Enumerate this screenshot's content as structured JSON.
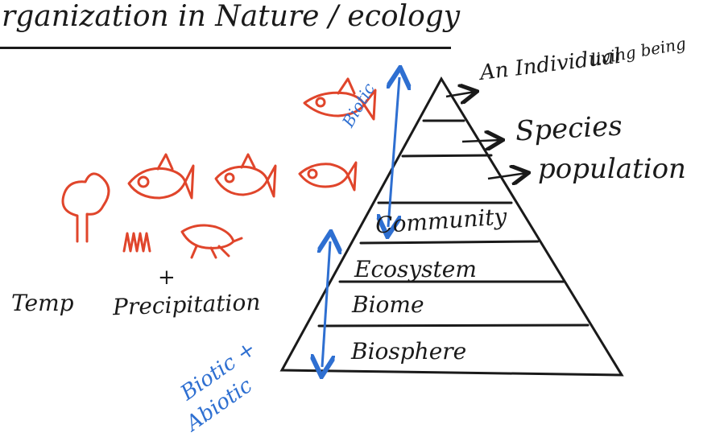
{
  "title": "rganization in Nature / ecology",
  "labels": {
    "individual": "An Individual",
    "living_being": "living being",
    "species": "Species",
    "population": "population"
  },
  "levels": [
    "Community",
    "Ecosystem",
    "Biome",
    "Biosphere"
  ],
  "factors": {
    "temp": "Temp",
    "plus": "+",
    "precipitation": "Precipitation"
  },
  "brackets": {
    "biotic": "Biotic",
    "biotic_plus": "Biotic +",
    "abiotic": "Abiotic"
  },
  "colors": {
    "ink": "#1a1a1a",
    "organism_red": "#e0452b",
    "bracket_blue": "#2e6fd1"
  }
}
